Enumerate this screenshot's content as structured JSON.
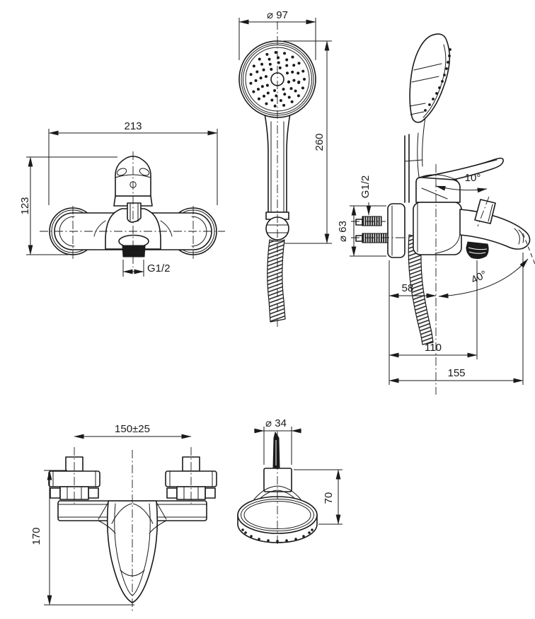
{
  "drawing": {
    "background": "#ffffff",
    "line_color": "#1a1a1a",
    "views": {
      "mixer_front": {
        "width": "213",
        "height": "123",
        "outlet_thread": "G1/2"
      },
      "shower_front": {
        "head_diameter": "⌀ 97",
        "length": "260"
      },
      "mixer_side": {
        "lever_angle": "10°",
        "inlet_thread": "G1/2",
        "flange_diameter": "⌀ 63",
        "wall_to_axis": "58",
        "wall_to_diverter": "110",
        "wall_to_spout": "155",
        "spout_angle": "40°"
      },
      "mixer_top": {
        "inlet_spacing": "150±25",
        "depth": "170"
      },
      "shower_side": {
        "connector_diameter": "⌀ 34",
        "head_height": "70"
      }
    }
  }
}
